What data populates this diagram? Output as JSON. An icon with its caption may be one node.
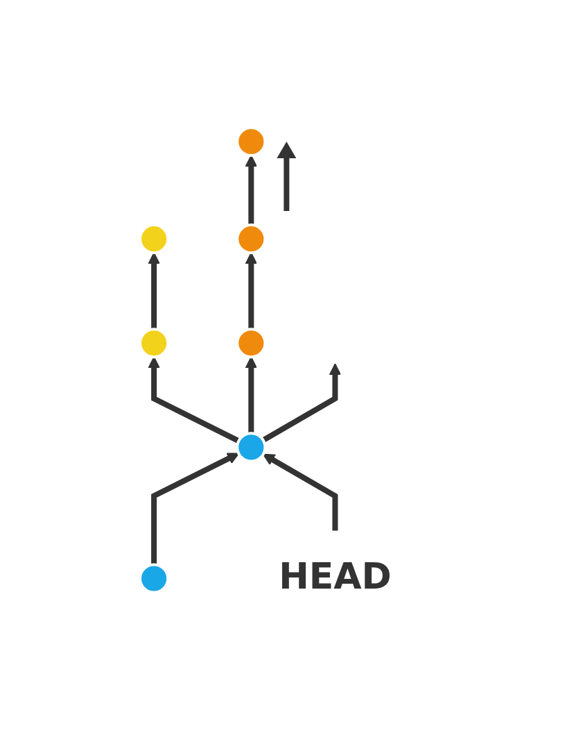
{
  "diagram": {
    "nodes": [
      {
        "text": [],
        "shape": "circle"
      },
      {
        "text": [],
        "shape": "circle"
      },
      {
        "text": [
          "HEAD"
        ]
      },
      {
        "text": [],
        "shape": "circle"
      },
      {
        "text": [],
        "shape": "circle"
      },
      {
        "text": [],
        "shape": "circle"
      },
      {
        "text": [],
        "shape": "circle"
      },
      {
        "text": [],
        "shape": "circle"
      }
    ],
    "edges": [
      {
        "from": 0,
        "to": 1,
        "arrow": "to"
      },
      {
        "from": 2,
        "to": 1,
        "arrow": "to"
      },
      {
        "from": 1,
        "to": 3,
        "arrow": "to"
      },
      {
        "from": 1,
        "to": null,
        "arrow": "to"
      },
      {
        "from": 1,
        "to": 5,
        "arrow": "to"
      },
      {
        "from": 3,
        "to": 4,
        "arrow": "to"
      },
      {
        "from": 5,
        "to": 6,
        "arrow": "to"
      },
      {
        "from": 6,
        "to": 7,
        "arrow": "to"
      }
    ]
  }
}
